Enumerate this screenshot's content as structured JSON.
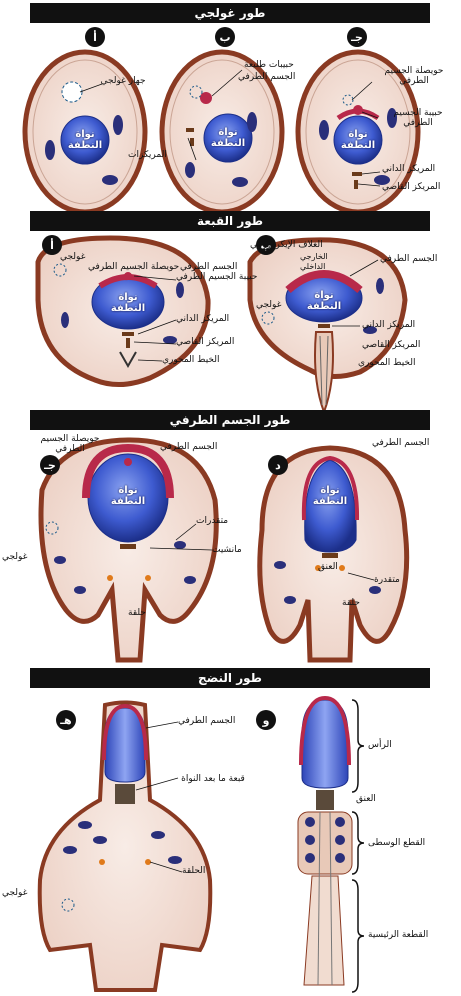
{
  "banners": {
    "golgi": "طور غولجي",
    "cap": "طور القبعة",
    "acrosome": "طور الجسم الطرفي",
    "maturation": "طور النضج"
  },
  "letters": {
    "a": "أ",
    "b": "ب",
    "j": "جـ",
    "d": "د",
    "h": "هـ",
    "w": "و"
  },
  "nucleus": "نواة النطفة",
  "labels": {
    "golgi_apparatus": "جهاز غولجي",
    "proacrosomal_granules": "حبيبات طليعة",
    "acrosome": "الجسم الطرفي",
    "centrioles": "المريكزات",
    "acrosomal_vesicle": "حويصلة الجسيم الطرفي",
    "acrosomal_granule": "حبيبة الجسيم الطرفي",
    "proximal_centriole": "المريكز الداني",
    "distal_centriole": "المريكز القاصي",
    "golgi": "غولجي",
    "acrosomal_envelope": "الغلاف الإيكروزومي",
    "outer": "الخارجي",
    "inner": "الداخلي",
    "axial_filament": "الخيط المحوري",
    "mitochondria": "متقدرات",
    "manchette": "مانشيت",
    "ring": "حلقة",
    "neck": "العنق",
    "mitochondrion": "متقدرة",
    "postnuclear_cap": "قبعة ما بعد النواة",
    "the_ring": "الحلقة",
    "head": "الرأس",
    "midpiece": "القطع الوسطى",
    "principal_piece": "القطعة الرئيسية"
  },
  "colors": {
    "cytoplasm": "#f3ded6",
    "cell_border": "#8a3a22",
    "nucleus": "#3e5bd0",
    "acrosome": "#b8294a",
    "mitochondria": "#2a2f7a"
  }
}
